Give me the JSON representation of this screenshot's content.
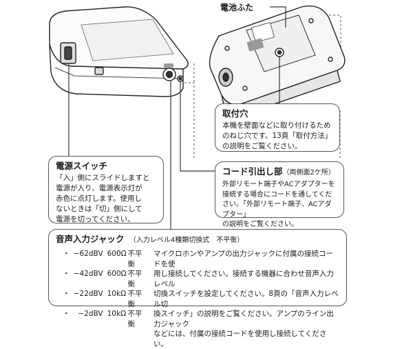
{
  "labels": {
    "battery_cover": "電池ふた"
  },
  "callouts": {
    "mount_hole": {
      "title": "取付穴",
      "body": "本機を壁面などに取り付けるため\nのねじ穴です。13頁「取付方法」\nの説明をご覧ください。"
    },
    "power_switch": {
      "title": "電源スイッチ",
      "body": "「入」側にスライドしますと\n電源が入り、電源表示灯が\n赤色に点灯します。使用し\nないときは「切」側にして\n電源を切ってください。"
    },
    "cord_outlet": {
      "title": "コード引出し部",
      "subtitle": "（両側面2ケ所）",
      "body": "外部リモート端子やACアダプターを\n接続する場合にコードを通してくだ\nさい。「外部リモート端子、ACアダプター」\nの説明をご覧ください。"
    },
    "audio_jack": {
      "title": "音声入力ジャック",
      "subtitle": "（入力レベル4種類切換式　不平衡）",
      "levels": [
        {
          "bullet": "・",
          "value": "−62dBV",
          "imp": "600Ω",
          "type": "不平衡"
        },
        {
          "bullet": "・",
          "value": "−42dBV",
          "imp": "600Ω",
          "type": "不平衡"
        },
        {
          "bullet": "・",
          "value": "−22dBV",
          "imp": "10kΩ",
          "type": "不平衡"
        },
        {
          "bullet": "・",
          "value": "−2dBV",
          "imp": "10kΩ",
          "type": "不平衡"
        }
      ],
      "body": "マイクロホンやアンプの出力ジャックに付属の接続コードを使\n用し接続してください。接続する機器に合わせ音声入力レベル\n切換スイッチを設定してください。8頁の「音声入力レベル切\n換スイッチ」の説明をご覧ください。アンプのライン出力ジャック\nなどには、付属の接続コードを使用し接続してください。"
    }
  }
}
